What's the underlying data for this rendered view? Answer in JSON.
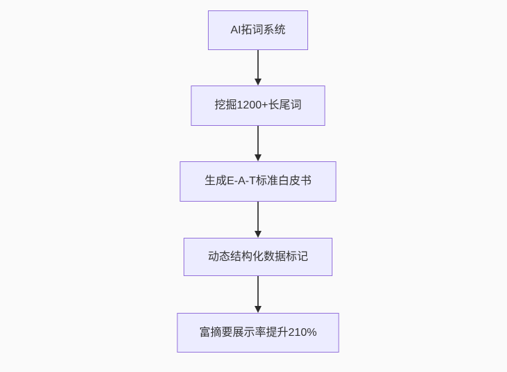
{
  "diagram": {
    "type": "flowchart-top-down",
    "nodes": [
      {
        "id": "node-1",
        "label": "AI拓词系统"
      },
      {
        "id": "node-2",
        "label": "挖掘1200+长尾词"
      },
      {
        "id": "node-3",
        "label": "生成E-A-T标准白皮书"
      },
      {
        "id": "node-4",
        "label": "动态结构化数据标记"
      },
      {
        "id": "node-5",
        "label": "富摘要展示率提升210%"
      }
    ],
    "edges": [
      {
        "from": "node-1",
        "to": "node-2",
        "style": "solid-arrow"
      },
      {
        "from": "node-2",
        "to": "node-3",
        "style": "solid-arrow"
      },
      {
        "from": "node-3",
        "to": "node-4",
        "style": "solid-arrow"
      },
      {
        "from": "node-4",
        "to": "node-5",
        "style": "solid-arrow"
      }
    ],
    "colors": {
      "background": "#fafafa",
      "node_fill": "#ececff",
      "node_border": "#9370db",
      "node_text": "#333333",
      "arrow_line": "#4a4a4a",
      "arrow_head": "#2b2b2b"
    }
  }
}
